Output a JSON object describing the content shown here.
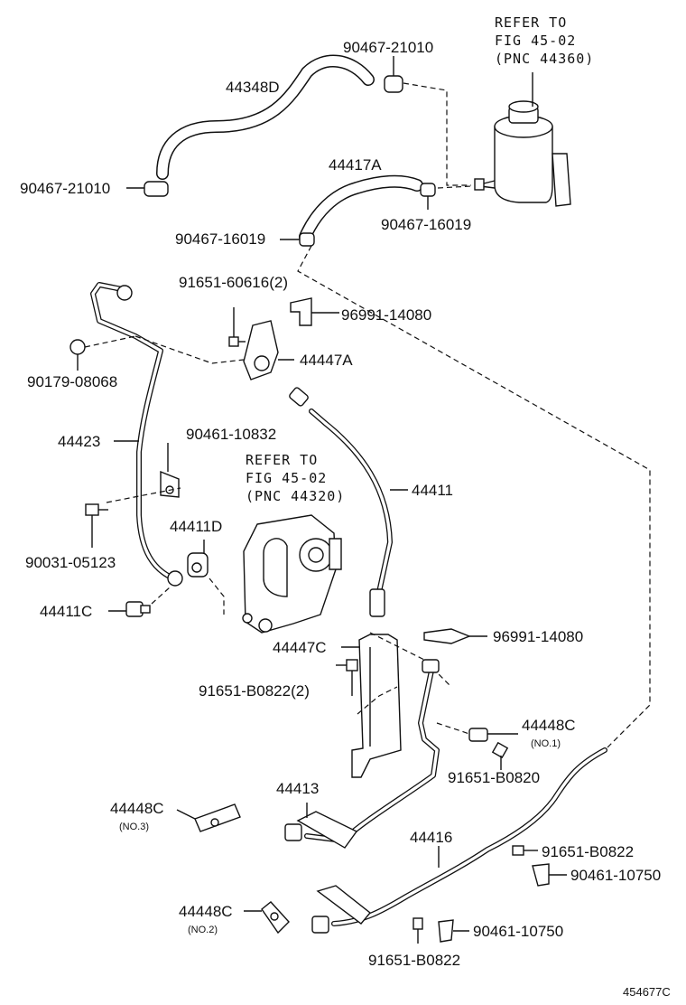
{
  "labels": {
    "hose_44348D": "44348D",
    "clamp_upper": "90467-21010",
    "clamp_left": "90467-21010",
    "hose_44417A": "44417A",
    "clamp_16019_left": "90467-16019",
    "clamp_16019_right": "90467-16019",
    "bolt_60616": "91651-60616(2)",
    "clip_96991_upper": "96991-14080",
    "bracket_44447A": "44447A",
    "nut_90179": "90179-08068",
    "tube_44423": "44423",
    "clamp_90461_10832": "90461-10832",
    "hose_44411": "44411",
    "gasket_44411D": "44411D",
    "bolt_90031": "90031-05123",
    "bolt_44411C": "44411C",
    "clip_96991_lower": "96991-14080",
    "bracket_44447C": "44447C",
    "bolt_B0822_2": "91651-B0822(2)",
    "clamp_44448C_no1": "44448C",
    "clamp_44448C_no1_note": "(NO.1)",
    "bolt_B0820": "91651-B0820",
    "tube_44413": "44413",
    "clamp_44448C_no3": "44448C",
    "clamp_44448C_no3_note": "(NO.3)",
    "tube_44416": "44416",
    "bolt_B0822_right": "91651-B0822",
    "clamp_10750_right": "90461-10750",
    "clamp_44448C_no2": "44448C",
    "clamp_44448C_no2_note": "(NO.2)",
    "clamp_10750_bottom": "90461-10750",
    "bolt_B0822_bottom": "91651-B0822",
    "figure_id": "454677C"
  },
  "references": {
    "reservoir": [
      "REFER TO",
      "FIG 45-02",
      "(PNC 44360)"
    ],
    "pump": [
      "REFER TO",
      "FIG 45-02",
      "(PNC 44320)"
    ]
  }
}
